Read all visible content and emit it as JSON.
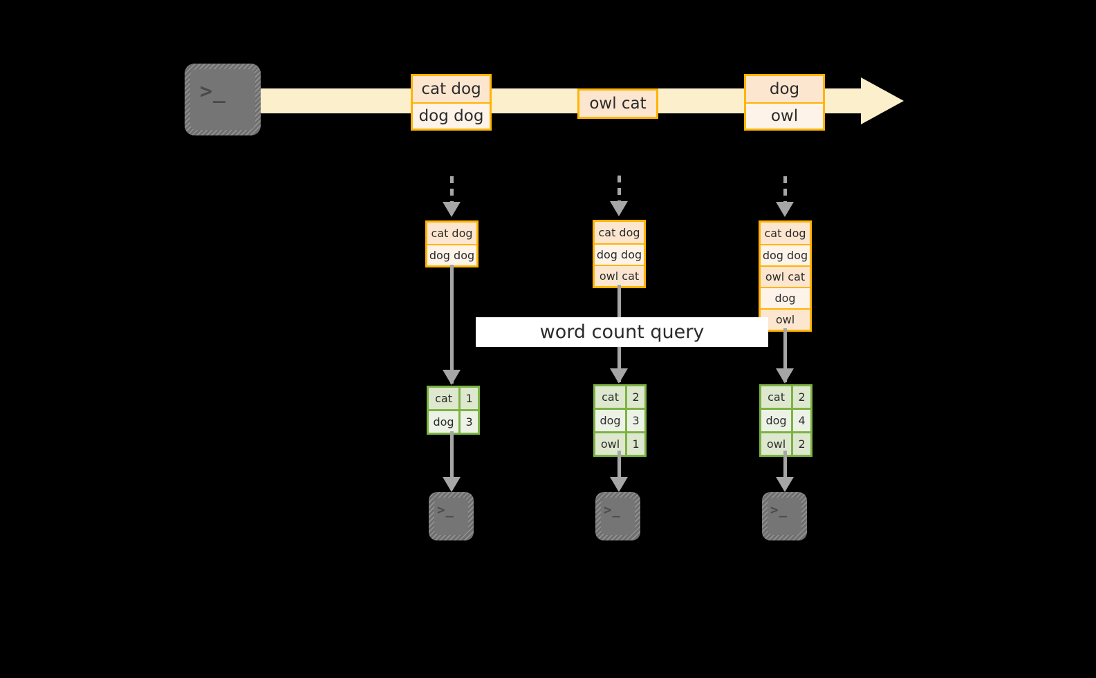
{
  "diagram": {
    "title": "streaming word count query",
    "colors": {
      "stream_band": "#FCEFCB",
      "message_border": "#FFB400",
      "message_fill_a": "#FCE6CF",
      "message_fill_b": "#FDF3E9",
      "table_border": "#7CB342",
      "table_fill_a": "#DDE8CF",
      "table_fill_b": "#EDF2E7",
      "connector": "#A6A6A6",
      "terminal_body": "#757575",
      "background": "#000000",
      "label_band": "#FFFFFF"
    },
    "producer": {
      "icon": "terminal-icon",
      "prompt": ">_"
    },
    "stream": {
      "direction": "left-to-right",
      "messages": [
        {
          "id": "batch-1",
          "lines": [
            {
              "text": "cat dog",
              "fill": "alt"
            },
            {
              "text": "dog dog",
              "fill": "plain"
            }
          ]
        },
        {
          "id": "batch-2",
          "lines": [
            {
              "text": "owl cat",
              "fill": "alt"
            }
          ]
        },
        {
          "id": "batch-3",
          "lines": [
            {
              "text": "dog",
              "fill": "alt"
            },
            {
              "text": "owl",
              "fill": "plain"
            }
          ]
        }
      ]
    },
    "query": {
      "label": "word count query"
    },
    "snapshots": [
      {
        "id": "snapshot-1",
        "input_lines": [
          {
            "text": "cat dog",
            "fill": "alt"
          },
          {
            "text": "dog dog",
            "fill": "plain"
          }
        ],
        "result_rows": [
          {
            "word": "cat",
            "count": "1",
            "fill": "a"
          },
          {
            "word": "dog",
            "count": "3",
            "fill": "b"
          }
        ],
        "consumer": {
          "icon": "terminal-icon",
          "prompt": ">_"
        }
      },
      {
        "id": "snapshot-2",
        "input_lines": [
          {
            "text": "cat dog",
            "fill": "alt"
          },
          {
            "text": "dog dog",
            "fill": "plain"
          },
          {
            "text": "owl cat",
            "fill": "alt"
          }
        ],
        "result_rows": [
          {
            "word": "cat",
            "count": "2",
            "fill": "a"
          },
          {
            "word": "dog",
            "count": "3",
            "fill": "b"
          },
          {
            "word": "owl",
            "count": "1",
            "fill": "a"
          }
        ],
        "consumer": {
          "icon": "terminal-icon",
          "prompt": ">_"
        }
      },
      {
        "id": "snapshot-3",
        "input_lines": [
          {
            "text": "cat dog",
            "fill": "alt"
          },
          {
            "text": "dog dog",
            "fill": "plain"
          },
          {
            "text": "owl cat",
            "fill": "alt"
          },
          {
            "text": "dog",
            "fill": "plain"
          },
          {
            "text": "owl",
            "fill": "alt"
          }
        ],
        "result_rows": [
          {
            "word": "cat",
            "count": "2",
            "fill": "a"
          },
          {
            "word": "dog",
            "count": "4",
            "fill": "b"
          },
          {
            "word": "owl",
            "count": "2",
            "fill": "a"
          }
        ],
        "consumer": {
          "icon": "terminal-icon",
          "prompt": ">_"
        }
      }
    ]
  }
}
